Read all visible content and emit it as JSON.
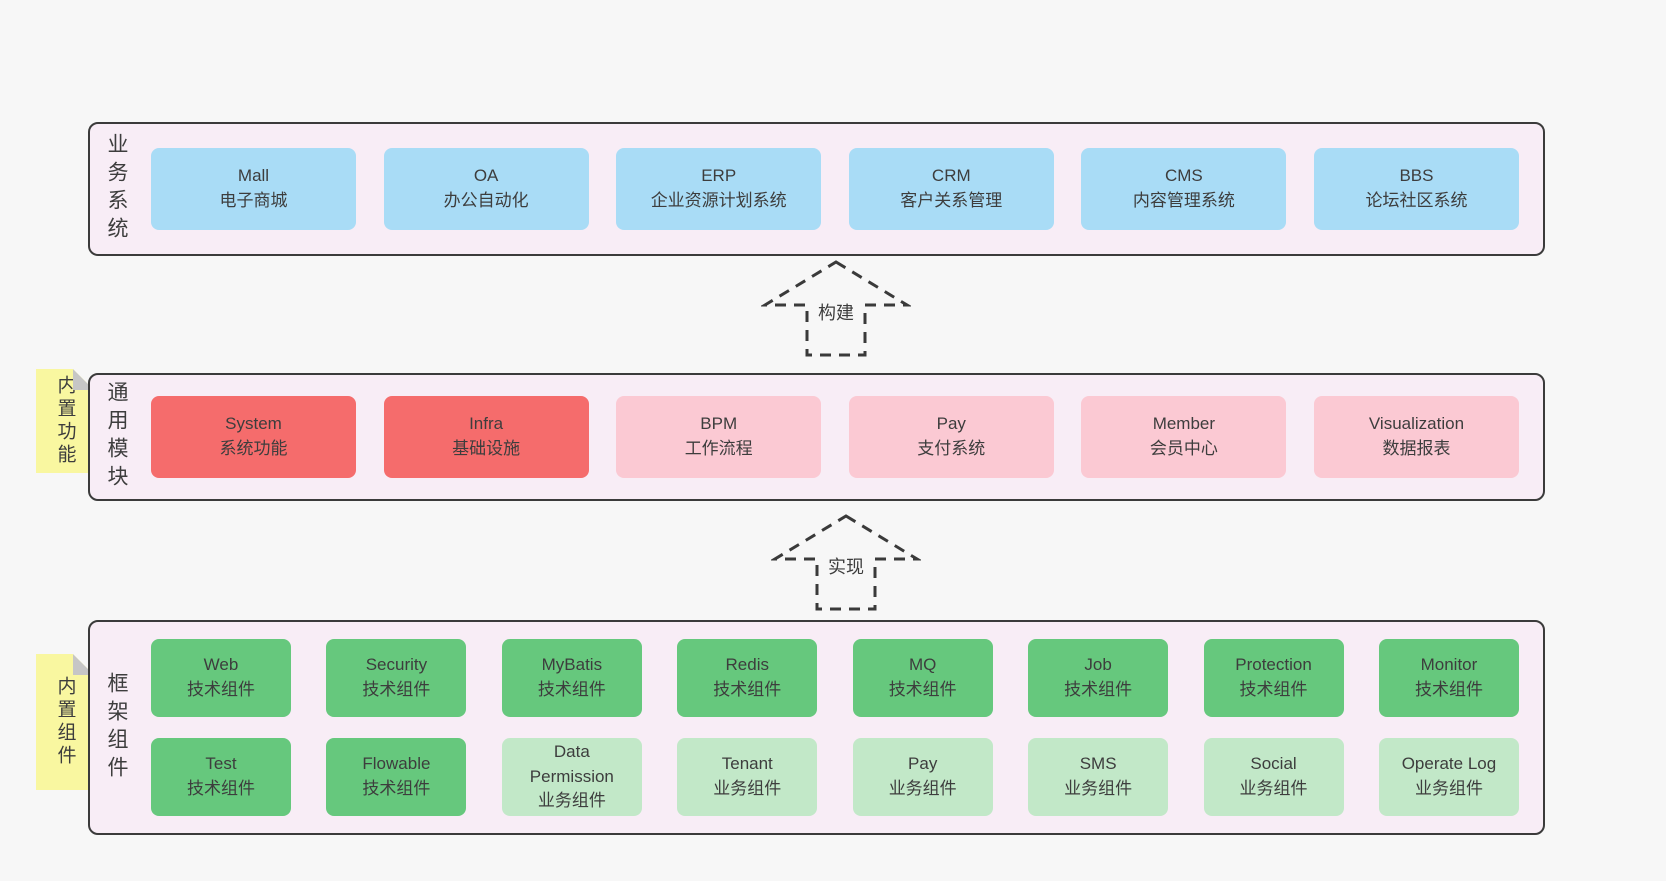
{
  "colors": {
    "page_bg": "#f7f7f7",
    "band_bg": "#f8edf6",
    "band_border": "#3b3b3b",
    "blue_box": "#a9dcf6",
    "red_box": "#f56c6c",
    "pink_box": "#fbc9d3",
    "green_box": "#66c87d",
    "light_green_box": "#c2e8c8",
    "sticky_yellow": "#f9f7a0",
    "sticky_fold_gray": "#c6c6c6",
    "text": "#3d3d3d"
  },
  "bands": {
    "business": {
      "label": "业务系统",
      "items": [
        {
          "name": "Mall",
          "desc": "电子商城"
        },
        {
          "name": "OA",
          "desc": "办公自动化"
        },
        {
          "name": "ERP",
          "desc": "企业资源计划系统"
        },
        {
          "name": "CRM",
          "desc": "客户关系管理"
        },
        {
          "name": "CMS",
          "desc": "内容管理系统"
        },
        {
          "name": "BBS",
          "desc": "论坛社区系统"
        }
      ]
    },
    "modules": {
      "label": "通用模块",
      "sticky": "内置功能",
      "items": [
        {
          "name": "System",
          "desc": "系统功能",
          "variant": "red"
        },
        {
          "name": "Infra",
          "desc": "基础设施",
          "variant": "red"
        },
        {
          "name": "BPM",
          "desc": "工作流程",
          "variant": "pink"
        },
        {
          "name": "Pay",
          "desc": "支付系统",
          "variant": "pink"
        },
        {
          "name": "Member",
          "desc": "会员中心",
          "variant": "pink"
        },
        {
          "name": "Visualization",
          "desc": "数据报表",
          "variant": "pink"
        }
      ]
    },
    "components": {
      "label": "框架组件",
      "sticky": "内置组件",
      "row1": [
        {
          "name": "Web",
          "desc": "技术组件",
          "variant": "green"
        },
        {
          "name": "Security",
          "desc": "技术组件",
          "variant": "green"
        },
        {
          "name": "MyBatis",
          "desc": "技术组件",
          "variant": "green"
        },
        {
          "name": "Redis",
          "desc": "技术组件",
          "variant": "green"
        },
        {
          "name": "MQ",
          "desc": "技术组件",
          "variant": "green"
        },
        {
          "name": "Job",
          "desc": "技术组件",
          "variant": "green"
        },
        {
          "name": "Protection",
          "desc": "技术组件",
          "variant": "green"
        },
        {
          "name": "Monitor",
          "desc": "技术组件",
          "variant": "green"
        }
      ],
      "row2": [
        {
          "name": "Test",
          "desc": "技术组件",
          "variant": "green"
        },
        {
          "name": "Flowable",
          "desc": "技术组件",
          "variant": "green"
        },
        {
          "name": "Data Permission",
          "desc": "业务组件",
          "variant": "lightgreen"
        },
        {
          "name": "Tenant",
          "desc": "业务组件",
          "variant": "lightgreen"
        },
        {
          "name": "Pay",
          "desc": "业务组件",
          "variant": "lightgreen"
        },
        {
          "name": "SMS",
          "desc": "业务组件",
          "variant": "lightgreen"
        },
        {
          "name": "Social",
          "desc": "业务组件",
          "variant": "lightgreen"
        },
        {
          "name": "Operate Log",
          "desc": "业务组件",
          "variant": "lightgreen"
        }
      ]
    }
  },
  "arrows": [
    {
      "label": "构建"
    },
    {
      "label": "实现"
    }
  ]
}
